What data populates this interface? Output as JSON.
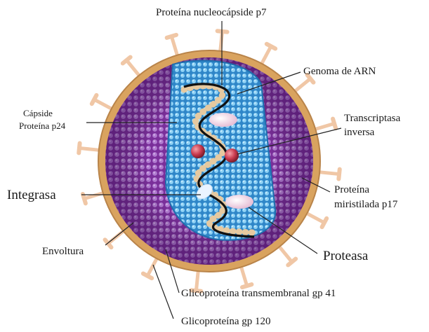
{
  "labels": {
    "nucleocapsid": "Proteína nucleocápside p7",
    "genome": "Genoma de ARN",
    "capsid_line1": "Cápside",
    "capsid_line2": "Proteína p24",
    "rt_line1": "Transcriptasa",
    "rt_line2": "inversa",
    "integrase": "Integrasa",
    "matrix_line1": "Proteína",
    "matrix_line2": "miristilada p17",
    "envelope": "Envoltura",
    "protease": "Proteasa",
    "gp41": "Glicoproteína transmembranal gp 41",
    "gp120": "Glicoproteína gp 120"
  },
  "colors": {
    "envelope": "#d9a35f",
    "spike": "#f0c7a6",
    "matrix": "#8a3fa8",
    "matrix_dot": "#b07ad0",
    "capsid": "#3f9ad8",
    "capsid_dot": "#8cd0f4",
    "rna": "#111111",
    "bead": "#e6c9a0",
    "enzyme_red": "#c83a4e",
    "protease_oval": "#f0d8e6",
    "integrase_blob": "#eaf4ff",
    "leader": "#222222"
  }
}
